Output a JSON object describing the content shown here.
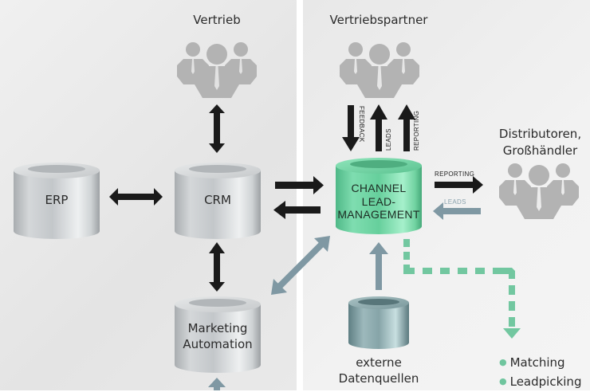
{
  "panels": {
    "left": "Vertrieb",
    "right": "Vertriebspartner"
  },
  "groups": {
    "vertrieb": {
      "label": "Vertrieb",
      "icon": "people-group-icon"
    },
    "vertriebspartner": {
      "label": "Vertriebspartner",
      "icon": "people-group-icon"
    },
    "distributoren": {
      "label_line1": "Distributoren,",
      "label_line2": "Großhändler",
      "icon": "people-group-icon"
    }
  },
  "systems": {
    "erp": {
      "label": "ERP"
    },
    "crm": {
      "label": "CRM"
    },
    "marketing": {
      "label_line1": "Marketing",
      "label_line2": "Automation"
    },
    "channel": {
      "label_line1": "CHANNEL",
      "label_line2": "LEAD-",
      "label_line3": "MANAGEMENT"
    },
    "extern": {
      "label_line1": "externe",
      "label_line2": "Datenquellen"
    }
  },
  "flows": {
    "feedback": "FEEDBACK",
    "leads_up": "LEADS",
    "reporting_up": "REPORTING",
    "reporting_right": "REPORTING",
    "leads_left": "LEADS"
  },
  "features": [
    "Matching",
    "Leadpicking"
  ],
  "colors": {
    "arrow_dark": "#1a1a1a",
    "arrow_blue": "#7f98a3",
    "arrow_green": "#72c7a0",
    "people": "#b3b3b3",
    "channel_green": "#6fd8a4"
  }
}
